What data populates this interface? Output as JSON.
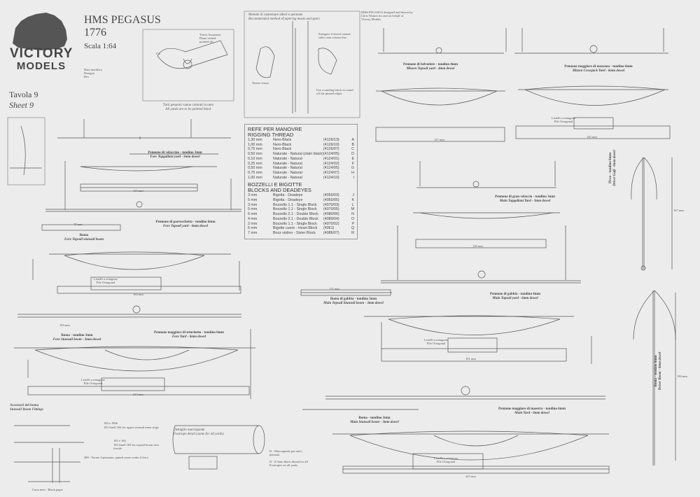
{
  "header": {
    "brand_line1": "VICTORY",
    "brand_line2": "MODELS",
    "ship_name": "HMS PEGASUS",
    "year": "1776",
    "scale": "Scala 1:64",
    "table_it": "Tavola 9",
    "table_en": "Sheet 9",
    "info_lines": [
      "Data modifica",
      "Disegno",
      "Rev"
    ]
  },
  "detail_boxes": {
    "yard_painting": {
      "note_it": "Travis fissazione",
      "note_it2": "Phase etched",
      "note_en": "pointed rib",
      "scale_code": "172",
      "caption_it": "Tutti pennoni vanno colorati in nero",
      "caption_en": "All yards are to be painted black"
    },
    "tapering": {
      "title_it": "Metodo di rastremare alberi e pennone",
      "title_en": "Recommended method of tapering masts and spars",
      "note1": "Stringere il dowel rotante sulla carta vetrata fine",
      "note2": "Tenere fermo",
      "note3": "Use a sanding block to round off the pinned edges"
    },
    "copyright": {
      "line1": "HMS PEGASUS designed and drawn by",
      "line2": "Chris Watton for and on behalf of",
      "line3": "Victory Models"
    }
  },
  "thread_table": {
    "title1": "REFE PER MANOVRE",
    "title2": "RIGGING THREAD",
    "rows": [
      [
        "1,30 mm",
        "Nero-Black",
        "(4126/13)",
        "A"
      ],
      [
        "1,00 mm",
        "Nero-Black",
        "(4126/10)",
        "B"
      ],
      [
        "0,75 mm",
        "Nero-Black",
        "(4126/07)",
        "C"
      ],
      [
        "0,50 mm",
        "Naturale - Natural (stain black)",
        "(4124/05)",
        "D"
      ],
      [
        "0,10 mm",
        "Naturale - Natural",
        "(4124/01)",
        "E"
      ],
      [
        "0,25 mm",
        "Naturale - Natural",
        "(4124/02)",
        "F"
      ],
      [
        "0,50 mm",
        "Naturale - Natural",
        "(4124/05)",
        "G"
      ],
      [
        "0,75 mm",
        "Naturale - Natural",
        "(4124/07)",
        "H"
      ],
      [
        "1,00 mm",
        "Naturale - Natural",
        "(4124/10)",
        "I"
      ]
    ],
    "blocks_title1": "BOZZELLI E BIGOTTE",
    "blocks_title2": "BLOCKS AND DEADEYES",
    "blocks": [
      [
        "3 mm",
        "Bigotta - Deadeye",
        "(4050/03)",
        "J"
      ],
      [
        "5 mm",
        "Bigotta - Deadeye",
        "(4050/05)",
        "K"
      ],
      [
        "3 mm",
        "Bozzello 1.1 - Single Block",
        "(4070/03)",
        "L"
      ],
      [
        "5 mm",
        "Bozzello 1.1 - Single Block",
        "(4070/05)",
        "M"
      ],
      [
        "6 mm",
        "Bozzello 2.1 - Double Block",
        "(4080/06)",
        "N"
      ],
      [
        "4 mm",
        "Bozzello 2.1 - Double Block",
        "(4080/04)",
        "O"
      ],
      [
        "2 mm",
        "Bozzello 1.1 - Single Block",
        "(4070/02)",
        "P"
      ],
      [
        "6 mm",
        "Bigotte cuore - Heart Block",
        "(4061)",
        "Q"
      ],
      [
        "7 mm",
        "Bozz violino - Sister Block",
        "(4086/07)",
        "R"
      ]
    ]
  },
  "yards": [
    {
      "it": "Pennone di velaccino - tondino 3mm",
      "en": "Fore Topgallant yard - 3mm dowel"
    },
    {
      "it": "Pennone di parrocchetto - tondino 6mm",
      "en": "Fore Topsail yard - 6mm dowel"
    },
    {
      "it": "Boma",
      "en": "Fore Topsail stunsail boom"
    },
    {
      "it": "Boma - tondino 3mm",
      "en": "Fore Stunsail boom - 3mm dowel"
    },
    {
      "it": "Pennone maggiore di trinchetto - tondino 6mm",
      "en": "Fore Yard - 6mm dowel"
    },
    {
      "it": "Pennone di belvedere - tondino 4mm",
      "en": "Mizzen Topsail yard - 4mm dowel"
    },
    {
      "it": "Pennone maggiore di mezzana - tondino 6mm",
      "en": "Mizzen Crossjack Yard - 6mm dowel"
    },
    {
      "it": "Pennone di gran velaccio - tondino 3mm",
      "en": "Main Topgallant Yard - 3mm dowel"
    },
    {
      "it": "Pennone di gabbia - tondino 6mm",
      "en": "Main Topsail yard - 6mm dowel"
    },
    {
      "it": "Boma di gabbia - tondino 3mm",
      "en": "Main Topsail Stunsail boom - 3mm dowel"
    },
    {
      "it": "Boma - tondino 3mm",
      "en": "Main Stunsail boom - 3mm dowel"
    },
    {
      "it": "Pennone maggiore di maestra - tondino 6mm",
      "en": "Main Yard - 6mm dowel"
    },
    {
      "it": "Picco - tondino 6mm",
      "en": "Driver Gaff - 6mm dowel"
    },
    {
      "it": "Boma - tondino 6mm",
      "en": "Driver Boom - 6mm dowel"
    }
  ],
  "stirrups_note": {
    "it": "Listelli a rettagono",
    "en": "File Octagonal"
  },
  "accessories": {
    "title_it": "Accessori del boma",
    "title_en": "Stunsail Boom Fittings",
    "notes": [
      "184 a 180b",
      "183 Anell 184 for upper stunsail inner rings",
      "183 e 184",
      "183 Anell 184 for topsail boom iron ferrule",
      "280 - Forare il pennone, quindi come scatto il ferro"
    ],
    "footer": "Carta nera - Black paper"
  },
  "footropes": {
    "title_it": "Dettaglio marciapiede",
    "title_en": "Footrope detail (same for all yards)",
    "note_d": "D - Marciapiede per tutti i pennoni",
    "note_d2": "D - 0.5mm black thread for all Footropes on all yards"
  },
  "dims": [
    "114 mm",
    "79 mm",
    "164 mm",
    "103 mm",
    "145 mm",
    "127 mm",
    "126 mm",
    "181 mm",
    "213 mm",
    "171 mm",
    "223 mm",
    "167 mm",
    "194 mm"
  ]
}
